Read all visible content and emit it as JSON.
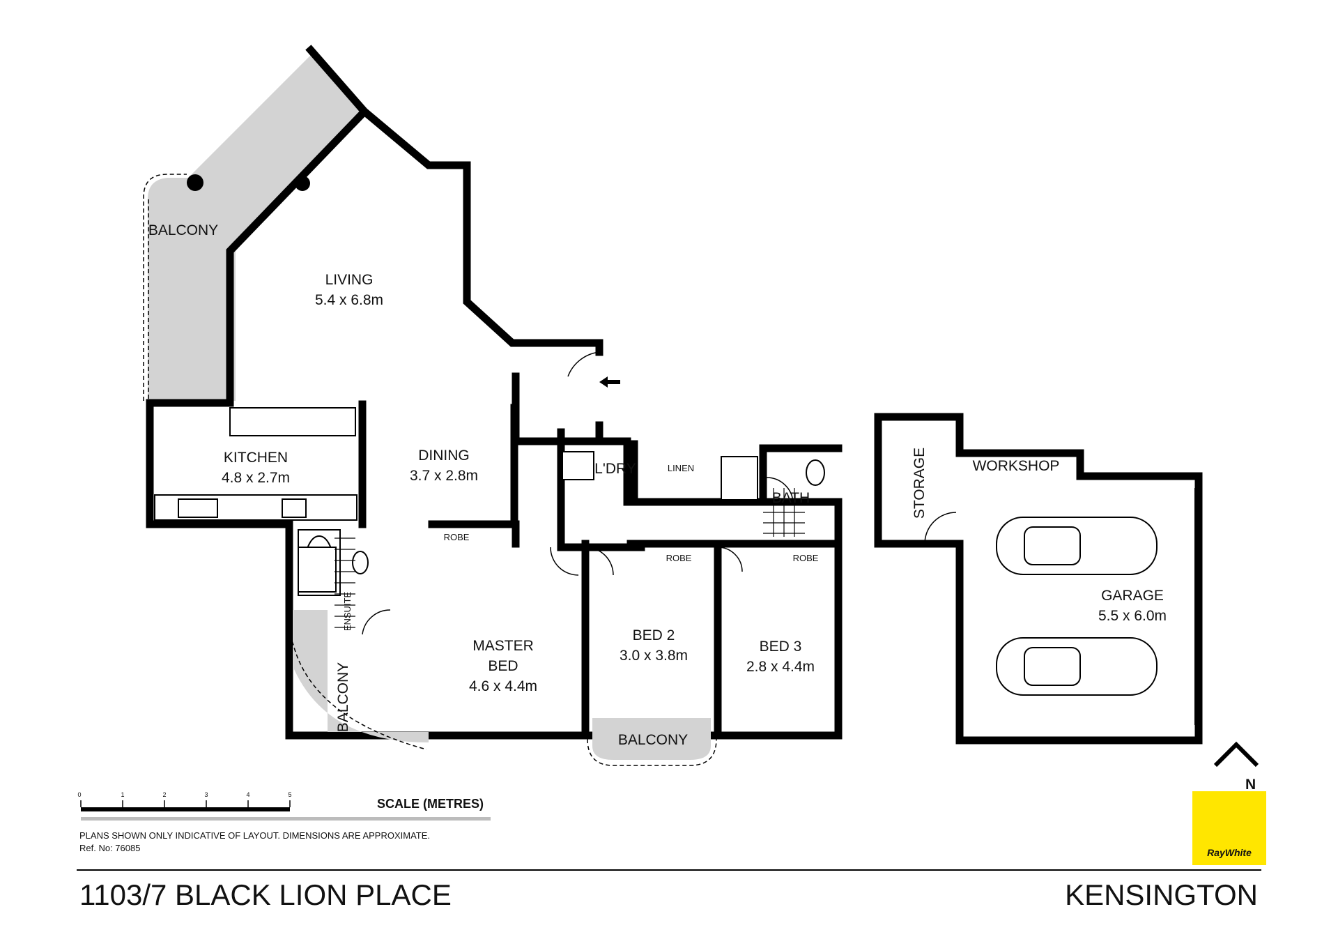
{
  "rooms": {
    "balcony_main": "BALCONY",
    "living_name": "LIVING",
    "living_size": "5.4 x 6.8m",
    "kitchen_name": "KITCHEN",
    "kitchen_size": "4.8 x 2.7m",
    "dining_name": "DINING",
    "dining_size": "3.7 x 2.8m",
    "laundry": "L'DRY",
    "linen": "LINEN",
    "bath": "BATH",
    "robe_master": "ROBE",
    "robe_bed2": "ROBE",
    "robe_bed3": "ROBE",
    "ensuite": "ENSUITE",
    "master_line1": "MASTER",
    "master_line2": "BED",
    "master_size": "4.6 x 4.4m",
    "bed2_name": "BED 2",
    "bed2_size": "3.0 x 3.8m",
    "bed3_name": "BED 3",
    "bed3_size": "2.8 x 4.4m",
    "balcony_master": "BALCONY",
    "balcony_bed2": "BALCONY",
    "storage": "STORAGE",
    "workshop": "WORKSHOP",
    "garage_name": "GARAGE",
    "garage_size": "5.5 x 6.0m"
  },
  "compass": {
    "north": "N"
  },
  "scale": {
    "ticks": [
      "0",
      "1",
      "2",
      "3",
      "4",
      "5"
    ],
    "label": "SCALE (METRES)"
  },
  "notes": {
    "disclaimer": "PLANS SHOWN ONLY INDICATIVE OF LAYOUT.  DIMENSIONS ARE APPROXIMATE.",
    "ref": "Ref. No: 76085"
  },
  "footer": {
    "address": "1103/7 BLACK LION PLACE",
    "suburb": "KENSINGTON"
  },
  "logo": {
    "text": "RayWhite",
    "color": "#ffe600"
  },
  "colors": {
    "wall": "#000000",
    "balcony_fill": "#d3d3d3"
  }
}
